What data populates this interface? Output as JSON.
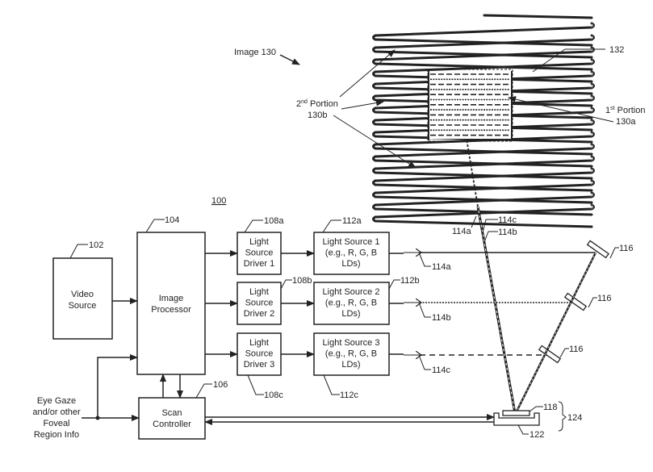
{
  "figure": {
    "system_ref": "100",
    "image_label": "Image 130",
    "region_ref": "132",
    "first_portion": {
      "line1": "1",
      "sup": "st",
      "line2": " Portion",
      "ref": "130a"
    },
    "second_portion": {
      "line1": "2",
      "sup": "nd",
      "line2": " Portion",
      "ref": "130b"
    }
  },
  "blocks": {
    "video_source": {
      "ref": "102",
      "lines": [
        "Video",
        "Source"
      ]
    },
    "image_processor": {
      "ref": "104",
      "lines": [
        "Image",
        "Processor"
      ]
    },
    "scan_controller": {
      "ref": "106",
      "lines": [
        "Scan",
        "Controller"
      ]
    },
    "drivers": [
      {
        "ref": "108a",
        "lines": [
          "Light",
          "Source",
          "Driver 1"
        ]
      },
      {
        "ref": "108b",
        "lines": [
          "Light",
          "Source",
          "Driver 2"
        ]
      },
      {
        "ref": "108c",
        "lines": [
          "Light",
          "Source",
          "Driver 3"
        ]
      }
    ],
    "light_sources": [
      {
        "ref": "112a",
        "lines": [
          "Light Source 1",
          "(e.g., R, G, B",
          "LDs)"
        ]
      },
      {
        "ref": "112b",
        "lines": [
          "Light Source 2",
          "(e.g., R, G, B",
          "LDs)"
        ]
      },
      {
        "ref": "112c",
        "lines": [
          "Light Source 3",
          "(e.g., R, G, B",
          "LDs)"
        ]
      }
    ]
  },
  "beams": {
    "horizontal": [
      "114a",
      "114b",
      "114c"
    ],
    "scanned": [
      "114a",
      "114c",
      "114b"
    ],
    "combiner_ref": "116"
  },
  "mirror": {
    "mirror_ref": "118",
    "mount_ref": "122",
    "assembly_ref": "124"
  },
  "input": {
    "lines": [
      "Eye Gaze",
      "and/or other",
      "Foveal",
      "Region Info"
    ]
  }
}
